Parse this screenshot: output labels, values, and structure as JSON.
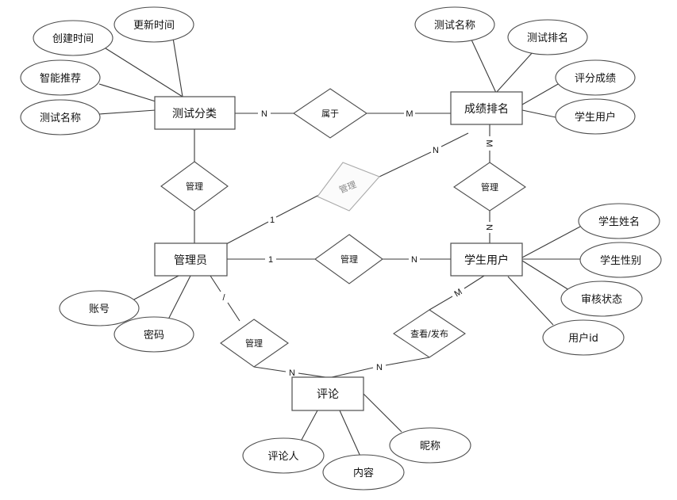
{
  "entities": {
    "test_category": "测试分类",
    "score_rank": "成绩排名",
    "admin": "管理员",
    "student_user": "学生用户",
    "comment": "评论"
  },
  "attributes": {
    "create_time": "创建时间",
    "update_time": "更新时间",
    "smart_recommend": "智能推荐",
    "category_test_name": "测试名称",
    "rank_test_name": "测试名称",
    "test_rank": "测试排名",
    "score": "评分成绩",
    "rank_student_user": "学生用户",
    "student_name": "学生姓名",
    "student_gender": "学生性别",
    "review_status": "审核状态",
    "user_id": "用户id",
    "account": "账号",
    "password": "密码",
    "commenter": "评论人",
    "content": "内容",
    "nickname": "昵称"
  },
  "relationships": {
    "belongs_to": "属于",
    "admin_manages_category": "管理",
    "admin_manages_rank": "管理",
    "student_manages_rank": "管理",
    "admin_manages_student": "管理",
    "admin_manages_comment": "管理",
    "view_publish": "查看/发布"
  },
  "cardinalities": {
    "category_belongs": "N",
    "rank_belongs": "M",
    "rank_manage_diag": "N",
    "admin_manage_diag": "1",
    "rank_manage_vert": "M",
    "student_manage_vert": "N",
    "admin_manage_student": "1",
    "student_manage_admin": "N",
    "admin_comment": "/",
    "comment_admin": "N",
    "student_comment": "M",
    "comment_student": "N"
  }
}
